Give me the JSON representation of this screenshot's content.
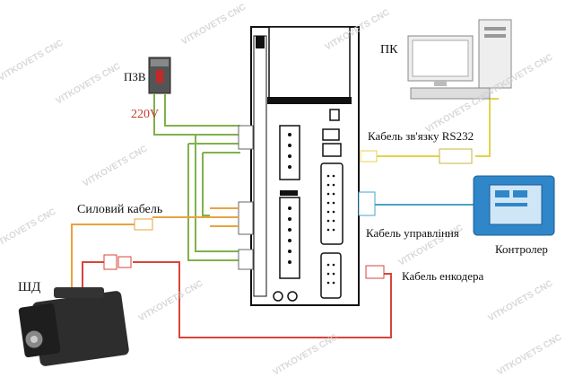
{
  "labels": {
    "breaker": "ПЗВ",
    "voltage": "220V",
    "pc": "ПК",
    "rs232_cable": "Кабель зв'язку RS232",
    "power_cable": "Силовий кабель",
    "control_cable": "Кабель управління",
    "controller": "Контролер",
    "encoder_cable": "Кабель енкодера",
    "motor": "ШД"
  },
  "watermark": "VITKOVETS CNC",
  "colors": {
    "power_wire": "#7fb24a",
    "motor_wire": "#e8a33c",
    "encoder_wire": "#d9443a",
    "rs232_wire": "#e3d24c",
    "control_wire": "#4aa3c7",
    "voltage_text": "#c0392b",
    "controller_body": "#2f86c8"
  }
}
